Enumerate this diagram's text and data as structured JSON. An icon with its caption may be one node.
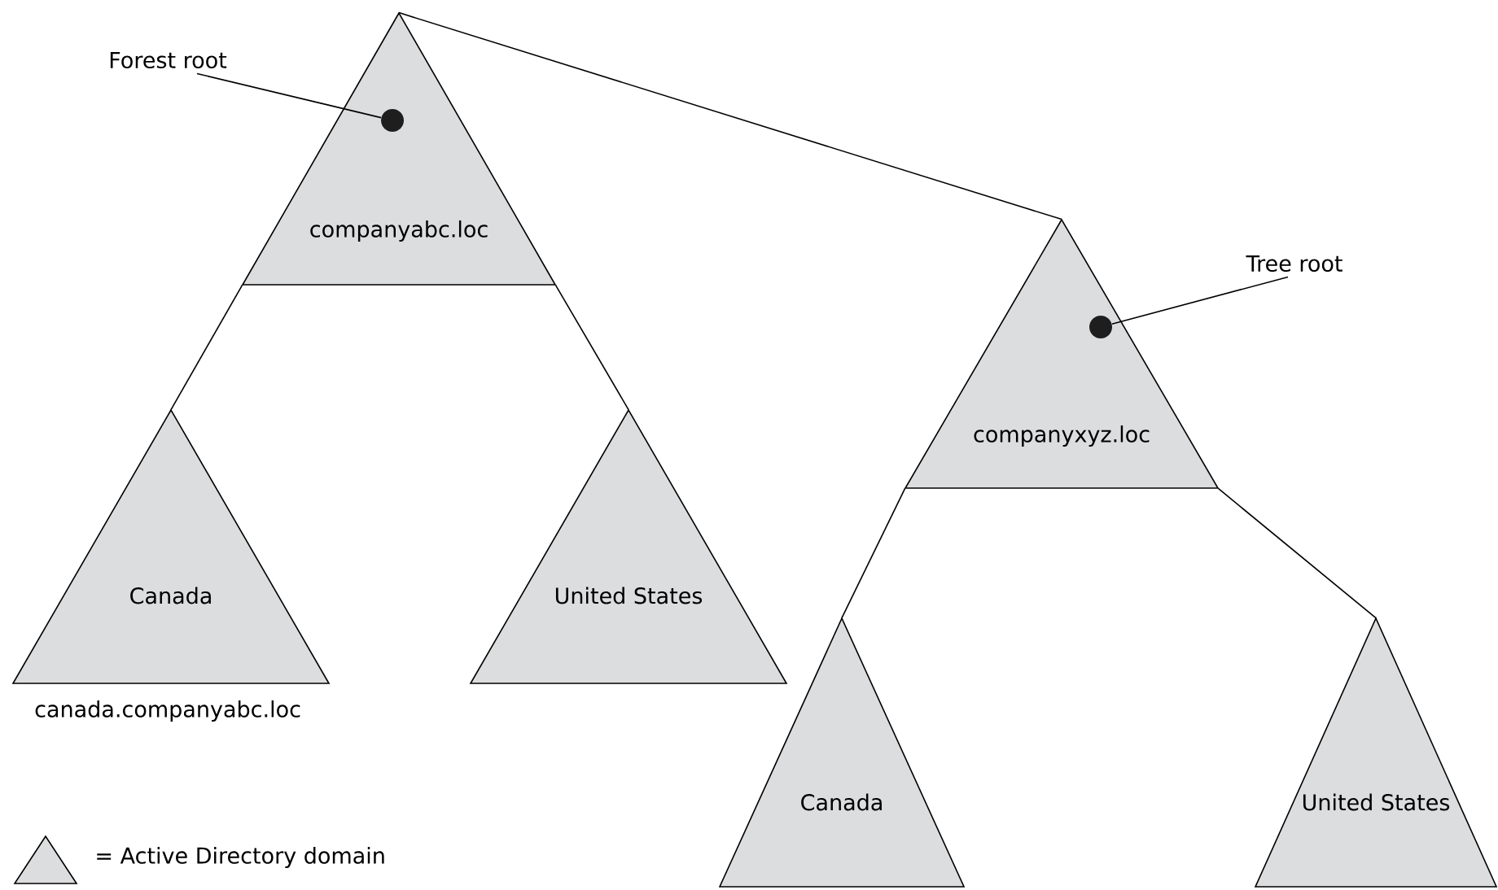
{
  "diagram": {
    "nodes": [
      {
        "text": [
          "Forest root"
        ]
      },
      {
        "text": [
          "companyabc.loc"
        ]
      },
      {
        "text": [],
        "shape": "circle",
        "in": 1
      },
      {
        "text": [
          "Tree root"
        ]
      },
      {
        "text": [
          "companyxyz.loc"
        ]
      },
      {
        "text": [],
        "shape": "circle",
        "in": 4
      },
      {
        "text": [
          "Canada"
        ],
        "beside": [
          "canada.companyabc.loc"
        ]
      },
      {
        "text": [
          "United States"
        ]
      },
      {
        "text": [
          "Canada"
        ]
      },
      {
        "text": [
          "United States"
        ]
      }
    ],
    "edges": [
      {
        "from": 0,
        "to": 2,
        "arrow": "none"
      },
      {
        "from": 3,
        "to": 5,
        "arrow": "none"
      },
      {
        "from": 1,
        "to": 4,
        "arrow": "none"
      },
      {
        "from": 1,
        "to": 6,
        "arrow": "none"
      },
      {
        "from": 1,
        "to": 7,
        "arrow": "none"
      },
      {
        "from": 4,
        "to": 8,
        "arrow": "none"
      },
      {
        "from": 4,
        "to": 9,
        "arrow": "none"
      }
    ],
    "legend": [
      {
        "text": "= Active Directory domain"
      }
    ]
  }
}
